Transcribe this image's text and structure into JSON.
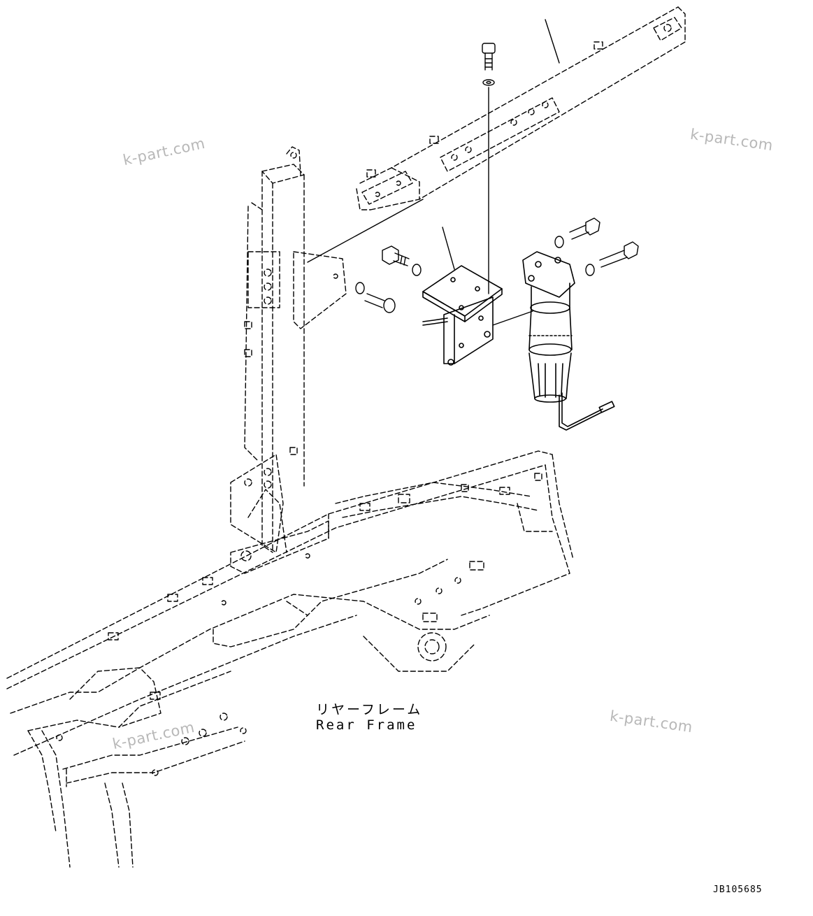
{
  "labels": {
    "rear_frame_jp": "リヤーフレーム",
    "rear_frame_en": "Rear Frame",
    "drawing_id": "JB105685"
  },
  "watermarks": [
    "k-part.com",
    "k-part.com",
    "k-part.com",
    "k-part.com"
  ],
  "colors": {
    "line": "#000000",
    "watermark": "#b8b8b8",
    "background": "#ffffff"
  }
}
